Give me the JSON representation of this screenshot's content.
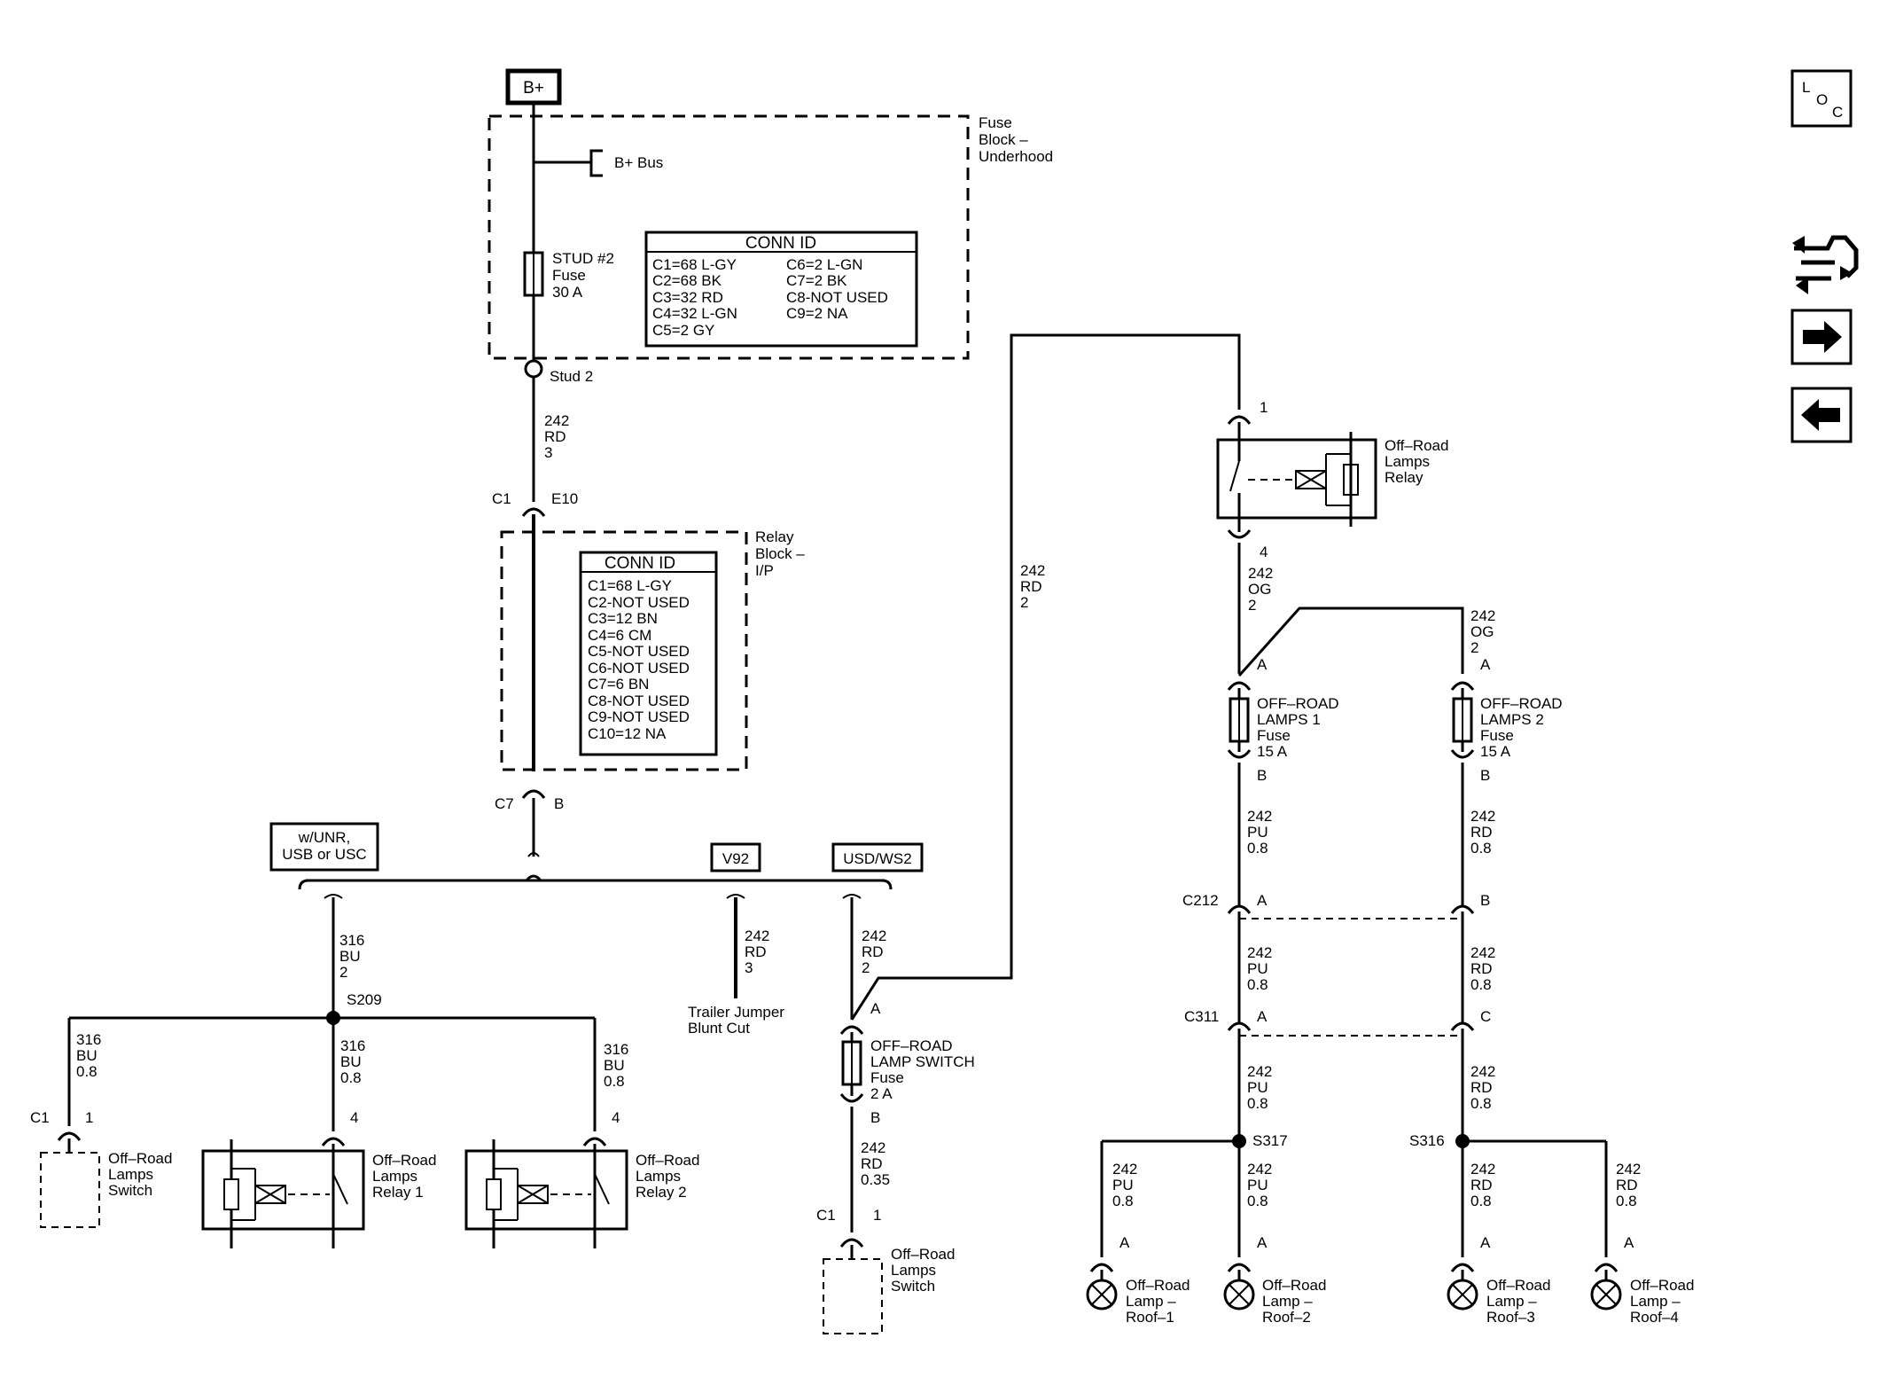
{
  "power": {
    "bplus": "B+",
    "bus": "B+ Bus"
  },
  "fuse_block": {
    "title": [
      "Fuse",
      "Block –",
      "Underhood"
    ],
    "stud_fuse": [
      "STUD #2",
      "Fuse",
      "30 A"
    ],
    "stud_label": "Stud 2",
    "conn": {
      "header": "CONN ID",
      "left": [
        "C1=68 L-GY",
        "C2=68 BK",
        "C3=32 RD",
        "C4=32 L-GN",
        "C5=2 GY"
      ],
      "right": [
        "C6=2 L-GN",
        "C7=2 BK",
        "C8-NOT USED",
        "C9=2 NA"
      ]
    }
  },
  "wire_main": {
    "circuit": "242",
    "color": "RD",
    "gauge": "3"
  },
  "relay_block": {
    "title": [
      "Relay",
      "Block –",
      "I/P"
    ],
    "top_conn": "C1",
    "top_pin": "E10",
    "bottom_conn": "C7",
    "bottom_pin": "B",
    "conn": {
      "header": "CONN ID",
      "rows": [
        "C1=68 L-GY",
        "C2-NOT USED",
        "C3=12 BN",
        "C4=6 CM",
        "C5-NOT USED",
        "C6-NOT USED",
        "C7=6 BN",
        "C8-NOT USED",
        "C9-NOT USED",
        "C10=12 NA"
      ]
    }
  },
  "options": {
    "unr": [
      "w/UNR,",
      "USB or USC"
    ],
    "v92": "V92",
    "usd": "USD/WS2"
  },
  "left_branch": {
    "wire": [
      "316",
      "BU",
      "2"
    ],
    "splice": "S209",
    "wire_a": [
      "316",
      "BU",
      "0.8"
    ],
    "wire_b": [
      "316",
      "BU",
      "0.8"
    ],
    "wire_c": [
      "316",
      "BU",
      "0.8"
    ],
    "switch_conn": "C1",
    "switch_pin": "1",
    "switch_label": [
      "Off–Road",
      "Lamps",
      "Switch"
    ],
    "relay1_pin": "4",
    "relay1_label": [
      "Off–Road",
      "Lamps",
      "Relay 1"
    ],
    "relay2_pin": "4",
    "relay2_label": [
      "Off–Road",
      "Lamps",
      "Relay 2"
    ]
  },
  "trailer": {
    "wire": [
      "242",
      "RD",
      "3"
    ],
    "label": [
      "Trailer Jumper",
      "Blunt Cut"
    ]
  },
  "switch_branch": {
    "wire": [
      "242",
      "RD",
      "2"
    ],
    "pin_a": "A",
    "fuse": [
      "OFF–ROAD",
      "LAMP SWITCH",
      "Fuse",
      "2 A"
    ],
    "pin_b": "B",
    "wire_out": [
      "242",
      "RD",
      "0.35"
    ],
    "conn": "C1",
    "conn_pin": "1",
    "switch_label": [
      "Off–Road",
      "Lamps",
      "Switch"
    ]
  },
  "relay_feed": {
    "wire": [
      "242",
      "RD",
      "2"
    ]
  },
  "right": {
    "relay_pin_in": "1",
    "relay_label": [
      "Off–Road",
      "Lamps",
      "Relay"
    ],
    "relay_pin_out": "4",
    "wire_og_1": [
      "242",
      "OG",
      "2"
    ],
    "wire_og_2": [
      "242",
      "OG",
      "2"
    ],
    "fuse1_pin_a": "A",
    "fuse1": [
      "OFF–ROAD",
      "LAMPS 1",
      "Fuse",
      "15 A"
    ],
    "fuse1_pin_b": "B",
    "fuse2_pin_a": "A",
    "fuse2": [
      "OFF–ROAD",
      "LAMPS 2",
      "Fuse",
      "15 A"
    ],
    "fuse2_pin_b": "B",
    "wire_pu_1": [
      "242",
      "PU",
      "0.8"
    ],
    "wire_rd_1": [
      "242",
      "RD",
      "0.8"
    ],
    "c212": "C212",
    "c212_a": "A",
    "c212_b": "B",
    "wire_pu_2": [
      "242",
      "PU",
      "0.8"
    ],
    "wire_rd_2": [
      "242",
      "RD",
      "0.8"
    ],
    "c311": "C311",
    "c311_a": "A",
    "c311_c": "C",
    "wire_pu_3": [
      "242",
      "PU",
      "0.8"
    ],
    "wire_rd_3": [
      "242",
      "RD",
      "0.8"
    ],
    "s317": "S317",
    "s316": "S316",
    "wire_pu_4": [
      "242",
      "PU",
      "0.8"
    ],
    "wire_pu_5": [
      "242",
      "PU",
      "0.8"
    ],
    "wire_rd_4": [
      "242",
      "RD",
      "0.8"
    ],
    "wire_rd_5": [
      "242",
      "RD",
      "0.8"
    ],
    "lamp_pins": [
      "A",
      "A",
      "A",
      "A"
    ],
    "lamp1": [
      "Off–Road",
      "Lamp –",
      "Roof–1"
    ],
    "lamp2": [
      "Off–Road",
      "Lamp –",
      "Roof–2"
    ],
    "lamp3": [
      "Off–Road",
      "Lamp –",
      "Roof–3"
    ],
    "lamp4": [
      "Off–Road",
      "Lamp –",
      "Roof–4"
    ]
  },
  "nav": {
    "loc": [
      "L",
      "O",
      "C"
    ],
    "connector_icon": "connector-icon",
    "forward_icon": "arrow-right-icon",
    "back_icon": "arrow-left-icon"
  }
}
